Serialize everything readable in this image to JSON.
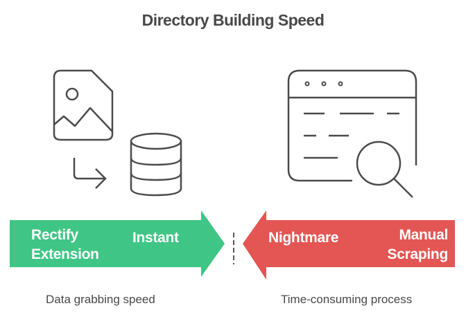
{
  "title": "Directory Building Speed",
  "left": {
    "icons": [
      "image-file-icon",
      "arrow-return-icon",
      "database-icon"
    ],
    "arrow_color": "#3fc585",
    "labels": {
      "name_line1": "Rectify",
      "name_line2": "Extension",
      "speed": "Instant"
    },
    "caption": "Data grabbing speed"
  },
  "right": {
    "icons": [
      "browser-window-icon",
      "magnifier-icon"
    ],
    "arrow_color": "#e35654",
    "labels": {
      "speed": "Nightmare",
      "name_line1": "Manual",
      "name_line2": "Scraping"
    },
    "caption": "Time-consuming process"
  }
}
